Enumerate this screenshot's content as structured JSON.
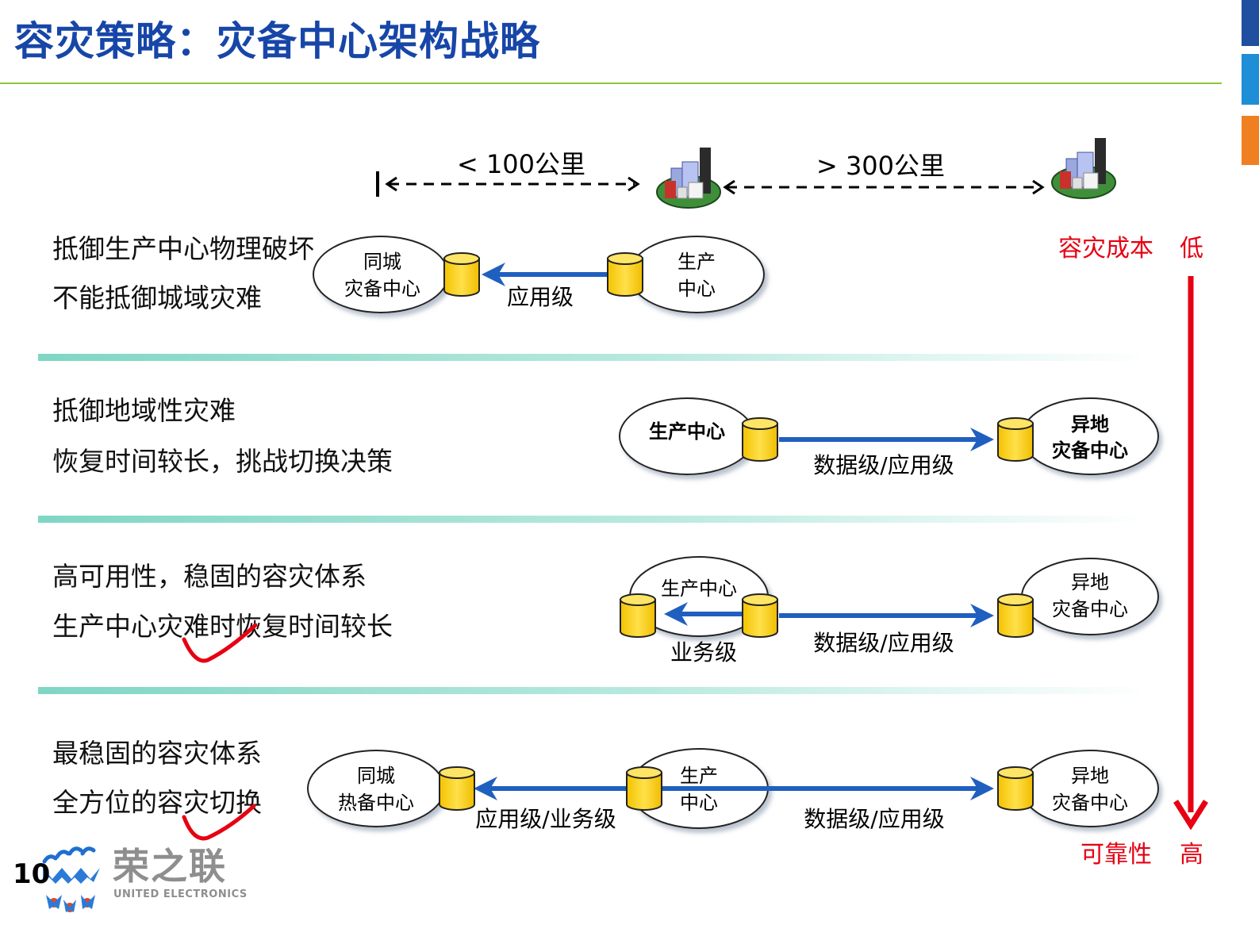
{
  "title": "容灾策略：灾备中心架构战略",
  "distances": {
    "near": "< 100公里",
    "far": "> 300公里"
  },
  "scenarios": [
    {
      "lines": [
        "抵御生产中心物理破坏",
        "不能抵御城域灾难"
      ],
      "nodes": {
        "local_backup": "同城\n灾备中心",
        "production": "生产\n中心"
      },
      "links": {
        "app": "应用级"
      }
    },
    {
      "lines": [
        "抵御地域性灾难",
        "恢复时间较长，挑战切换决策"
      ],
      "nodes": {
        "production": "生产中心",
        "remote_backup": "异地\n灾备中心"
      },
      "links": {
        "data": "数据级/应用级"
      }
    },
    {
      "lines": [
        "高可用性，稳固的容灾体系",
        "生产中心灾难时恢复时间较长"
      ],
      "nodes": {
        "production": "生产中心",
        "remote_backup": "异地\n灾备中心"
      },
      "links": {
        "business": "业务级",
        "data": "数据级/应用级"
      }
    },
    {
      "lines": [
        "最稳固的容灾体系",
        "全方位的容灾切换"
      ],
      "nodes": {
        "local_hot": "同城\n热备中心",
        "production": "生产\n中心",
        "remote_backup": "异地\n灾备中心"
      },
      "links": {
        "app_business": "应用级/业务级",
        "data": "数据级/应用级"
      }
    }
  ],
  "scale": {
    "cost_label": "容灾成本",
    "low": "低",
    "reliability_label": "可靠性",
    "high": "高"
  },
  "page_number": "10",
  "logo": {
    "name_cn": "荣之联",
    "name_en": "UNITED ELECTRONICS"
  },
  "colors": {
    "title": "#1746a8",
    "arrow": "#1f5fbf",
    "accent_red": "#e60012",
    "db": "#ffd200",
    "title_rule": "#8cc63f",
    "separator": "#7fd6c4"
  }
}
